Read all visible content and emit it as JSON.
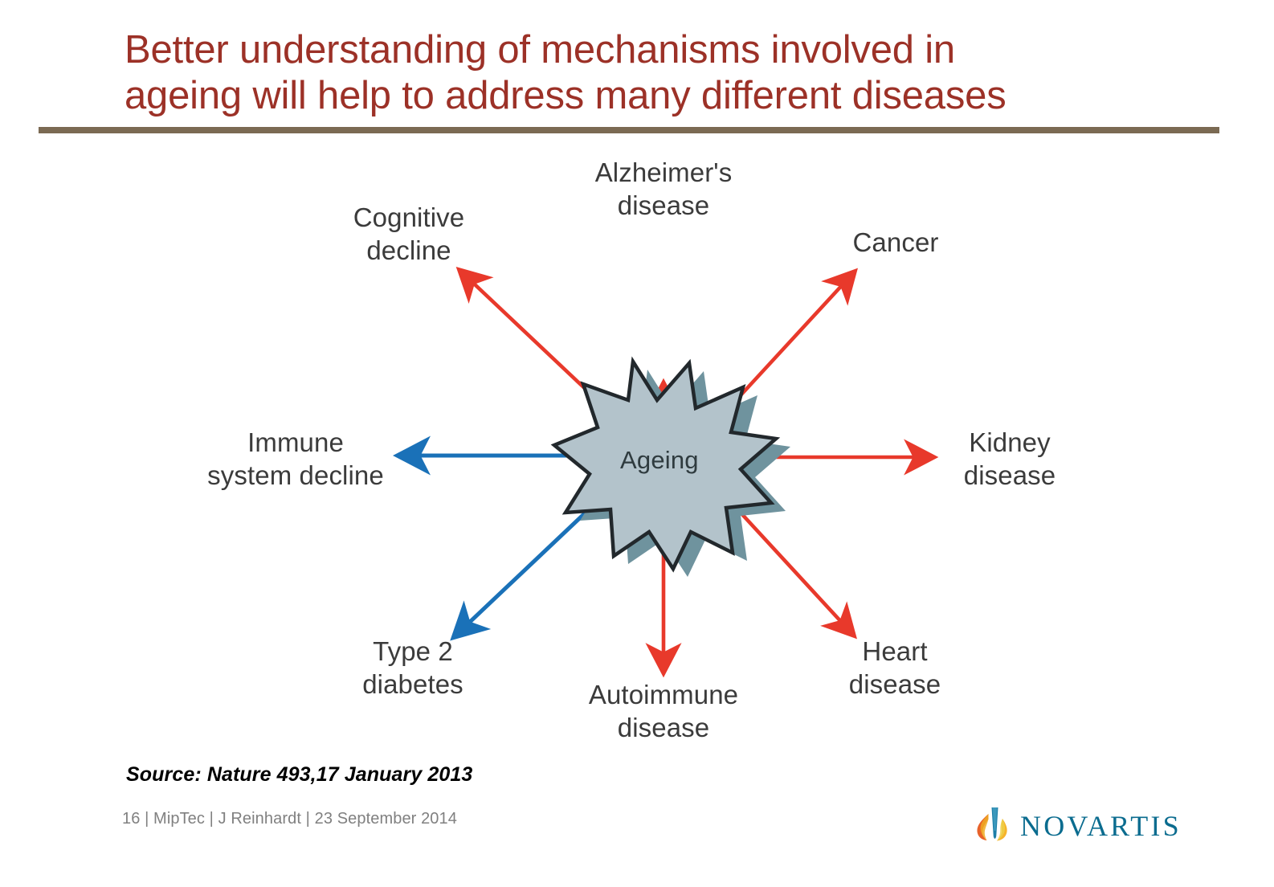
{
  "slide": {
    "title": "Better understanding of mechanisms involved in\nageing will help to address many different diseases",
    "title_color": "#9c3127",
    "rule_color": "#7b6a53",
    "background": "#ffffff"
  },
  "diagram": {
    "type": "radial-hub-and-spoke",
    "center": {
      "label": "Ageing",
      "shape": "9-point-starburst",
      "fill": "#b3c3cb",
      "shadow_fill": "#6f939e",
      "stroke": "#22282c"
    },
    "arrow_colors": {
      "increase": "#e8392b",
      "decrease": "#1a71b8"
    },
    "nodes": [
      {
        "id": "alzheimers-disease",
        "label": "Alzheimer's\ndisease",
        "direction": "up",
        "arrow_color": "#e8392b"
      },
      {
        "id": "cognitive-decline",
        "label": "Cognitive\ndecline",
        "direction": "up-left",
        "arrow_color": "#e8392b"
      },
      {
        "id": "cancer",
        "label": "Cancer",
        "direction": "up-right",
        "arrow_color": "#e8392b"
      },
      {
        "id": "kidney-disease",
        "label": "Kidney\ndisease",
        "direction": "right",
        "arrow_color": "#e8392b"
      },
      {
        "id": "heart-disease",
        "label": "Heart\ndisease",
        "direction": "down-right",
        "arrow_color": "#e8392b"
      },
      {
        "id": "autoimmune-disease",
        "label": "Autoimmune\ndisease",
        "direction": "down",
        "arrow_color": "#e8392b"
      },
      {
        "id": "type-2-diabetes",
        "label": "Type 2\ndiabetes",
        "direction": "down-left",
        "arrow_color": "#1a71b8"
      },
      {
        "id": "immune-system-decline",
        "label": "Immune\nsystem decline",
        "direction": "left",
        "arrow_color": "#1a71b8"
      }
    ]
  },
  "footer": {
    "source": "Source: Nature 493,17 January 2013",
    "meta": "16 | MipTec | J Reinhardt | 23 September 2014",
    "brand": "NOVARTIS",
    "brand_color": "#0b6c8f"
  }
}
